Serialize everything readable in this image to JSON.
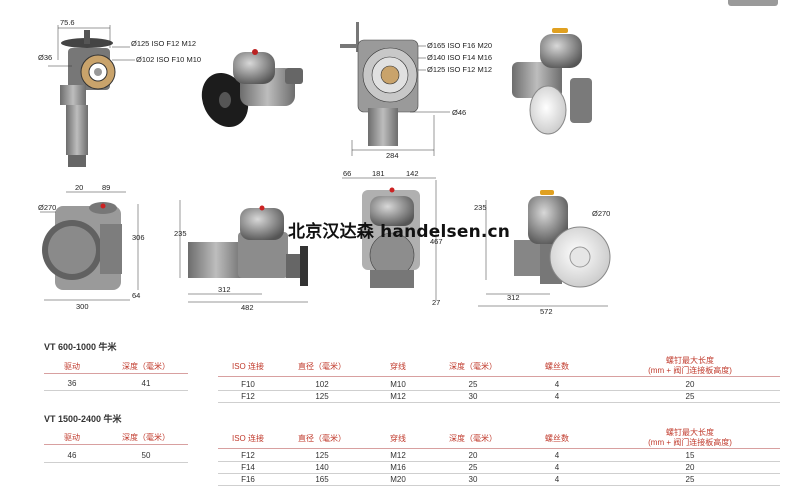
{
  "watermark": "北京汉达森 handelsen.cn",
  "drawings": {
    "top_left": {
      "dim_width": "75.6",
      "dim_dia": "Ø36",
      "flange1": "Ø125 ISO F12 M12",
      "flange2": "Ø102 ISO F10 M10"
    },
    "top_right": {
      "flange1": "Ø165 ISO F16 M20",
      "flange2": "Ø140 ISO F14 M16",
      "flange3": "Ø125 ISO F12 M12",
      "dim_dia": "Ø46",
      "dim_width": "284"
    },
    "bottom_1": {
      "d20": "20",
      "d89": "89",
      "d270": "Ø270",
      "d306": "306",
      "d64": "64",
      "d300": "300"
    },
    "bottom_2": {
      "d235": "235",
      "d312": "312",
      "d482": "482"
    },
    "bottom_3": {
      "d66": "66",
      "d181": "181",
      "d142": "142",
      "d467": "467",
      "d27": "27"
    },
    "bottom_4": {
      "d235": "235",
      "d270": "Ø270",
      "d312": "312",
      "d572": "572"
    }
  },
  "table1": {
    "title": "VT 600-1000 牛米",
    "left_headers": [
      "驱动",
      "深度（毫米）"
    ],
    "left_row": [
      "36",
      "41"
    ],
    "right_headers": [
      "ISO 连接",
      "直径（毫米）",
      "穿线",
      "深度（毫米）",
      "螺丝数",
      "螺钉最大长度",
      "(mm + 阀门连接板高度)"
    ],
    "rows": [
      [
        "F10",
        "102",
        "M10",
        "25",
        "4",
        "20"
      ],
      [
        "F12",
        "125",
        "M12",
        "30",
        "4",
        "25"
      ]
    ]
  },
  "table2": {
    "title": "VT 1500-2400 牛米",
    "left_headers": [
      "驱动",
      "深度（毫米）"
    ],
    "left_row": [
      "46",
      "50"
    ],
    "right_headers": [
      "ISO 连接",
      "直径（毫米）",
      "穿线",
      "深度（毫米）",
      "螺丝数",
      "螺钉最大长度",
      "(mm + 阀门连接板高度)"
    ],
    "rows": [
      [
        "F12",
        "125",
        "M12",
        "20",
        "4",
        "15"
      ],
      [
        "F14",
        "140",
        "M16",
        "25",
        "4",
        "20"
      ],
      [
        "F16",
        "165",
        "M20",
        "30",
        "4",
        "25"
      ]
    ]
  }
}
